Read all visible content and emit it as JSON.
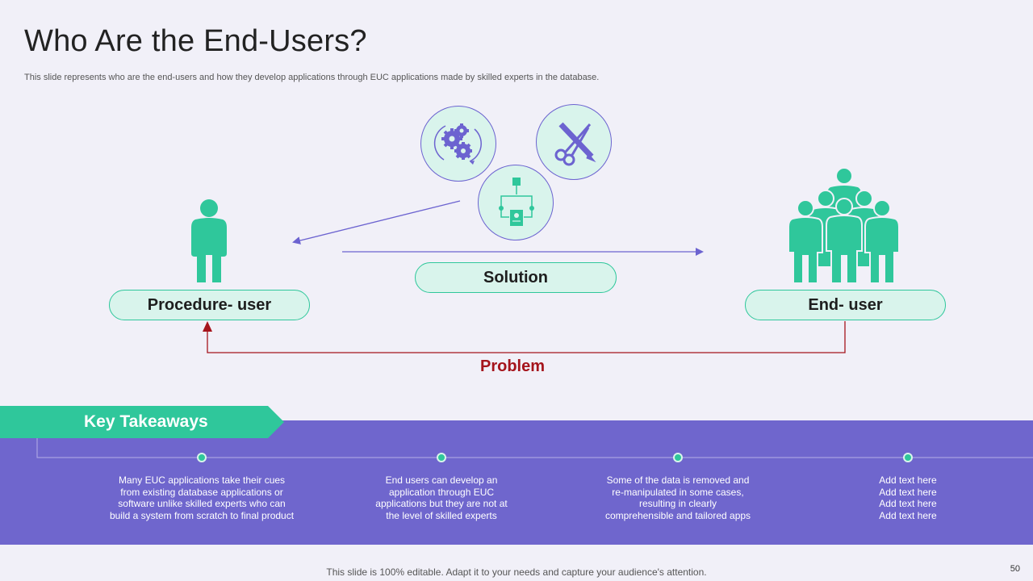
{
  "slide": {
    "title": "Who Are the End-Users?",
    "subtitle": "This slide represents who are the end-users and how they develop applications through EUC applications made by skilled experts in the database.",
    "solution_label": "Solution",
    "procedure_user_label": "Procedure- user",
    "end_user_label": "End- user",
    "problem_label": "Problem",
    "icons": [
      "gears-icon",
      "pencil-scissors-icon",
      "flowchart-icon",
      "person-icon",
      "group-icon"
    ],
    "colors": {
      "accent_green": "#2fc79b",
      "purple": "#6f66cd",
      "problem_red": "#a5141c",
      "background": "#f1f0f8"
    }
  },
  "takeaways": {
    "heading": "Key Takeaways",
    "items": [
      {
        "lines": [
          "Many  EUC applications take their cues",
          "from existing database applications or",
          "software unlike skilled experts who can",
          "build a system from scratch to final product"
        ]
      },
      {
        "lines": [
          "End users can develop an",
          "application through EUC",
          "applications but they are not at",
          "the level of skilled experts"
        ]
      },
      {
        "lines": [
          "Some of the data is removed and",
          "re-manipulated in some cases,",
          "resulting in clearly",
          "comprehensible and tailored apps"
        ]
      },
      {
        "lines": [
          "Add text here",
          "Add text here",
          "Add text here",
          "Add text here"
        ]
      }
    ]
  },
  "footer": {
    "note": "This slide is 100% editable. Adapt it to your needs and capture your audience's attention.",
    "page_number": "50"
  }
}
